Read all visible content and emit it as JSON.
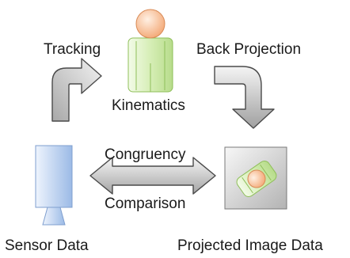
{
  "labels": {
    "tracking": "Tracking",
    "back_projection": "Back Projection",
    "kinematics": "Kinematics",
    "congruency": "Congruency",
    "comparison": "Comparison",
    "sensor_data": "Sensor Data",
    "projected_image_data": "Projected Image Data"
  },
  "colors": {
    "arrow_fill_light": "#f4f4f4",
    "arrow_fill_dark": "#9a9a9a",
    "arrow_stroke": "#4a4a4a",
    "figure_green_light": "#e9f6d8",
    "figure_green": "#c2e39c",
    "figure_green_stroke": "#8fbf5a",
    "head_orange_light": "#fde3cf",
    "head_orange": "#f6b48a",
    "head_orange_stroke": "#d98a55",
    "sensor_blue_light": "#e2ecfa",
    "sensor_blue": "#a9c4ec",
    "sensor_blue_stroke": "#7f9fcf",
    "panel_gray_light": "#f2f2f2",
    "panel_gray": "#bdbdbd",
    "panel_stroke": "#7a7a7a"
  }
}
